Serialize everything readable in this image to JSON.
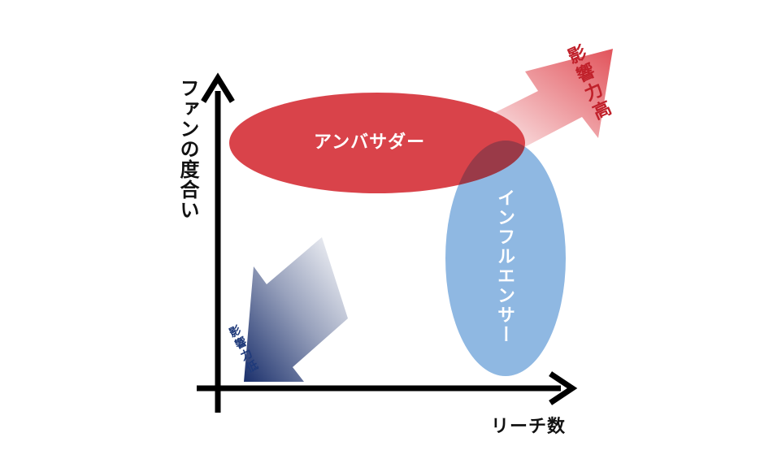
{
  "axes": {
    "y_label": "ファンの度合い",
    "x_label": "リーチ数"
  },
  "groups": {
    "ambassador": "アンバサダー",
    "influencer": "インフルエンサー"
  },
  "direction_arrows": {
    "high": "影響力高",
    "low": "影響力低"
  },
  "colors": {
    "ambassador_fill": "#d9434a",
    "influencer_fill": "#8fb8e2",
    "overlap_fill": "#9a3a48",
    "high_arrow": "#e04a52",
    "low_arrow": "#1a2f6b",
    "axis": "#000000"
  }
}
